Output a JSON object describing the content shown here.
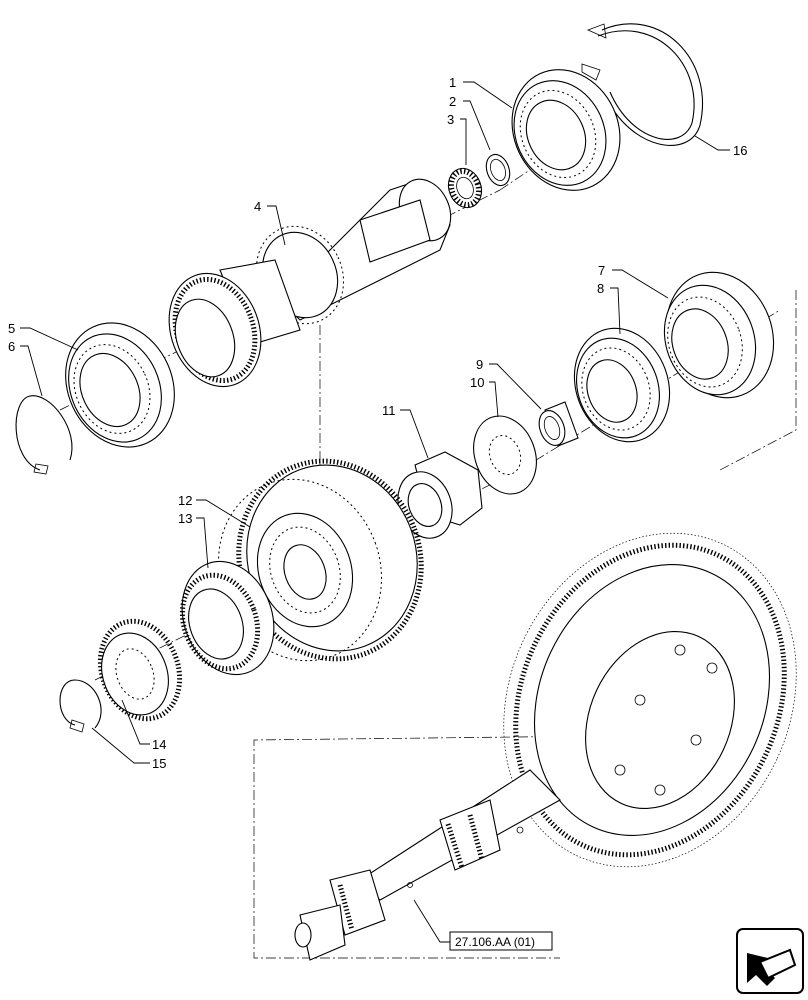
{
  "callouts": {
    "c1": "1",
    "c2": "2",
    "c3": "3",
    "c4": "4",
    "c5": "5",
    "c6": "6",
    "c7": "7",
    "c8": "8",
    "c9": "9",
    "c10": "10",
    "c11": "11",
    "c12": "12",
    "c13": "13",
    "c14": "14",
    "c15": "15",
    "c16": "16"
  },
  "reference": {
    "label": "27.106.AA (01)"
  },
  "nav": {
    "icon": "arrow-icon"
  }
}
